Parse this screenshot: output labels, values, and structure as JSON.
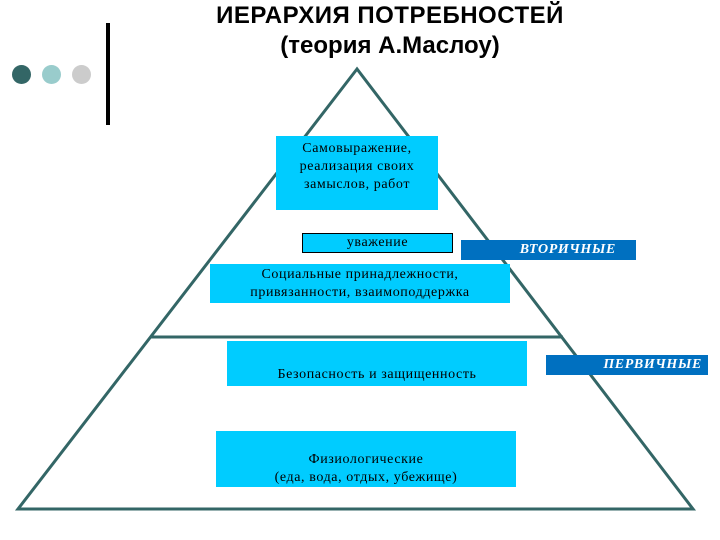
{
  "title": {
    "line1": "ИЕРАРХИЯ  ПОТРЕБНОСТЕЙ",
    "line2": "(теория А.Маслоу)"
  },
  "colors": {
    "dot1": "#336666",
    "dot2": "#99cccc",
    "dot3": "#cccccc",
    "box_fill": "#00ccff",
    "tag_fill": "#0070c0",
    "pyramid_stroke": "#336666"
  },
  "levels": {
    "self_actualization": "Самовыражение,\nреализация своих\nзамыслов, работ",
    "esteem": "уважение",
    "social": "Социальные принадлежности,\nпривязанности, взаимоподдержка",
    "safety": "Безопасность и защищенность",
    "physiological": "Физиологические\n(еда, вода, отдых, убежище)"
  },
  "groups": {
    "secondary": "ВТОРИЧНЫЕ",
    "primary": "ПЕРВИЧНЫЕ"
  }
}
